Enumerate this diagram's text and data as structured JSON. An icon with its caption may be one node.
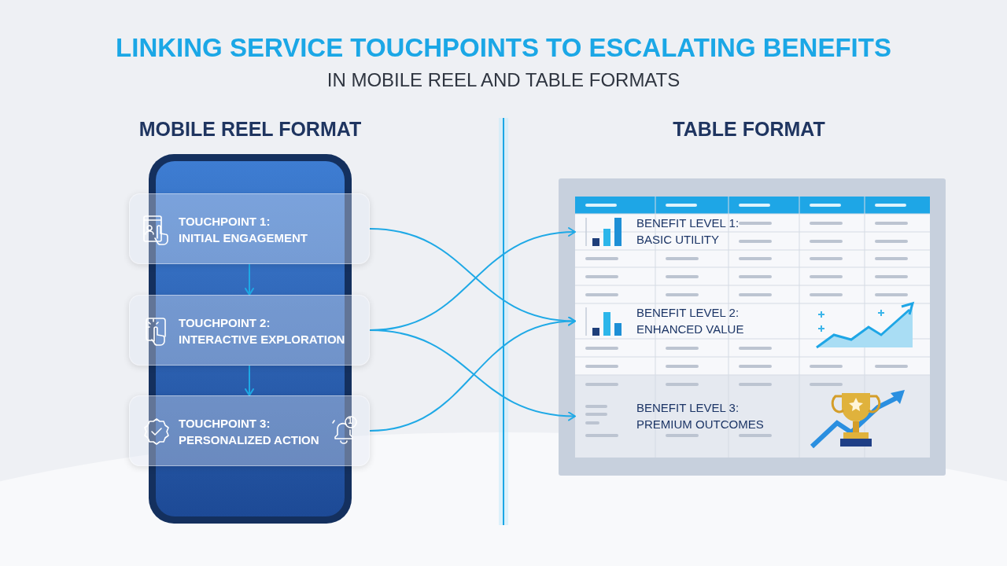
{
  "diagram": {
    "title": "LINKING SERVICE TOUCHPOINTS TO ESCALATING BENEFITS",
    "nodes": [
      {
        "text": [
          "TOUCHPOINT 1:",
          "INITIAL ENGAGEMENT"
        ]
      },
      {
        "text": [
          "TOUCHPOINT 2:",
          "INTERACTIVE EXPLORATION"
        ]
      },
      {
        "text": [
          "TOUCHPOINT 3:",
          "PERSONALIZED ACTION"
        ]
      },
      {
        "text": [
          "BENEFIT LEVEL 1:",
          "BASIC UTILITY"
        ]
      },
      {
        "text": [
          "BENEFIT LEVEL 2:",
          "ENHANCED VALUE"
        ]
      },
      {
        "text": [
          "BENEFIT LEVEL 3:",
          "PREMIUM OUTCOMES"
        ]
      }
    ],
    "edges": [
      {
        "from": 0,
        "to": 1,
        "arrow": "to"
      },
      {
        "from": 1,
        "to": 2,
        "arrow": "to"
      },
      {
        "from": 0,
        "to": 4,
        "arrow": "to"
      },
      {
        "from": 1,
        "to": 3,
        "arrow": "to"
      },
      {
        "from": 1,
        "to": 5,
        "arrow": "to"
      },
      {
        "from": 2,
        "to": 4,
        "arrow": "to"
      }
    ],
    "labels": [
      "IN MOBILE REEL AND TABLE FORMATS",
      "MOBILE REEL FORMAT",
      "TABLE FORMAT",
      "1"
    ]
  }
}
